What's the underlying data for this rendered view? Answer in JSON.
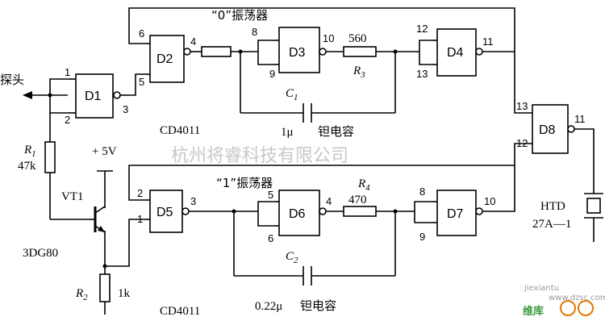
{
  "labels": {
    "probe": "探头",
    "osc0": "“0”振荡器",
    "osc1": "“1”振荡器",
    "chip_top": "CD4011",
    "chip_bottom": "CD4011",
    "cap1_value": "1μ",
    "cap1_type": "钽电容",
    "cap2_value": "0.22μ",
    "cap2_type": "钽电容",
    "r1_value": "47k",
    "r2_value": "1k",
    "r3_value": "560",
    "r4_value": "470",
    "vcc": "+ 5V",
    "transistor": "VT1",
    "transistor_type": "3DG80",
    "buzzer_1": "HTD",
    "buzzer_2": "27A—1"
  },
  "gates": {
    "d1": "D1",
    "d2": "D2",
    "d3": "D3",
    "d4": "D4",
    "d5": "D5",
    "d6": "D6",
    "d7": "D7",
    "d8": "D8"
  },
  "pins": {
    "p1": "1",
    "p2": "2",
    "p3": "3",
    "p4": "4",
    "p5": "5",
    "p6": "6",
    "p8": "8",
    "p9": "9",
    "p10": "10",
    "p11": "11",
    "p12": "12",
    "p13": "13"
  },
  "refs": {
    "r1": "R",
    "r1_sub": "1",
    "r2": "R",
    "r2_sub": "2",
    "r3": "R",
    "r3_sub": "3",
    "r4": "R",
    "r4_sub": "4",
    "c1": "C",
    "c1_sub": "1",
    "c2": "C",
    "c2_sub": "2"
  },
  "watermark": {
    "text": "杭州将睿科技有限公司",
    "logo_text": "维库",
    "site": "jiexiantu",
    "site2": "www.dzsc.com"
  }
}
